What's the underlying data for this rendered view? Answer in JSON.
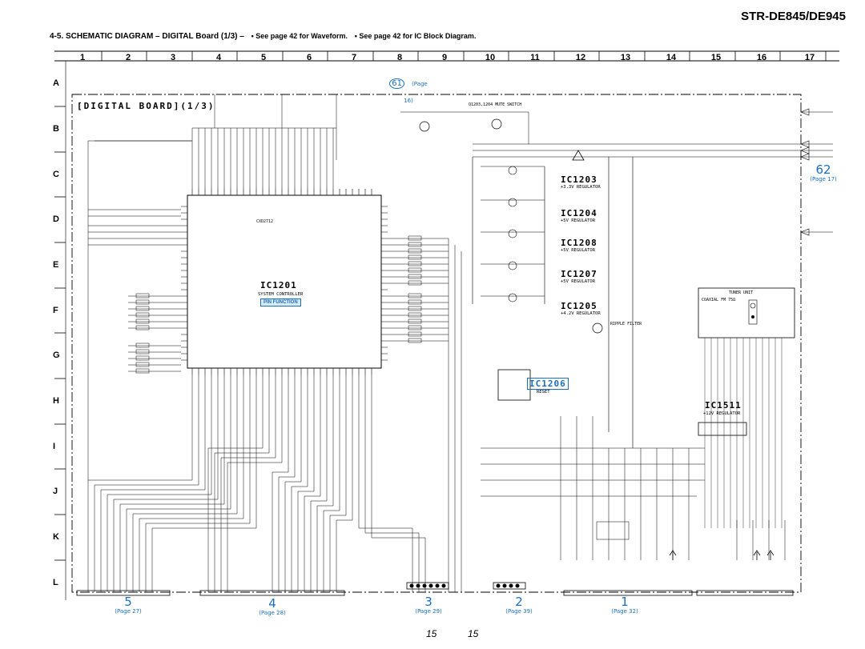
{
  "header": {
    "model": "STR-DE845/DE945",
    "section": "4-5.",
    "title": "SCHEMATIC DIAGRAM – DIGITAL Board (1/3) –",
    "note_waveform": "• See page 42 for Waveform.",
    "note_ic": "• See page 42 for IC Block Diagram."
  },
  "grid": {
    "columns": [
      "1",
      "2",
      "3",
      "4",
      "5",
      "6",
      "7",
      "8",
      "9",
      "10",
      "11",
      "12",
      "13",
      "14",
      "15",
      "16",
      "17"
    ],
    "rows": [
      "A",
      "B",
      "C",
      "D",
      "E",
      "F",
      "G",
      "H",
      "I",
      "J",
      "K",
      "L"
    ]
  },
  "board_label": "[DIGITAL BOARD](1/3)",
  "refs": {
    "r61": {
      "num": "61",
      "page": "(Page 16)"
    },
    "r62": {
      "num": "62",
      "page": "(Page 17)"
    },
    "r5": {
      "num": "5",
      "page": "(Page 27)"
    },
    "r4": {
      "num": "4",
      "page": "(Page 28)"
    },
    "r3": {
      "num": "3",
      "page": "(Page 29)"
    },
    "r2": {
      "num": "2",
      "page": "(Page 39)"
    },
    "r1": {
      "num": "1",
      "page": "(Page 32)"
    }
  },
  "ics": {
    "ic1201": {
      "name": "IC1201",
      "desc": "SYSTEM CONTROLLER",
      "pin_button": "PIN FUNCTION"
    },
    "ic1203": {
      "name": "IC1203",
      "desc": "+3.3V REGULATOR"
    },
    "ic1204": {
      "name": "IC1204",
      "desc": "+5V REGULATOR"
    },
    "ic1208": {
      "name": "IC1208",
      "desc": "+5V REGULATOR"
    },
    "ic1207": {
      "name": "IC1207",
      "desc": "+5V REGULATOR"
    },
    "ic1205": {
      "name": "IC1205",
      "desc": "+4.2V REGULATOR"
    },
    "ic1206": {
      "name": "IC1206",
      "desc": "RESET"
    },
    "ic1511": {
      "name": "IC1511",
      "desc": "+12V REGULATOR"
    }
  },
  "labels": {
    "mute_switch": "Q1203,1204 MUTE SWITCH",
    "ripple_filter": "RIPPLE FILTER",
    "tuner_unit": "TUNER UNIT",
    "coaxial": "COAXIAL FM 75Ω",
    "cx": "CXD2712"
  },
  "page_numbers": [
    "15",
    "15"
  ]
}
